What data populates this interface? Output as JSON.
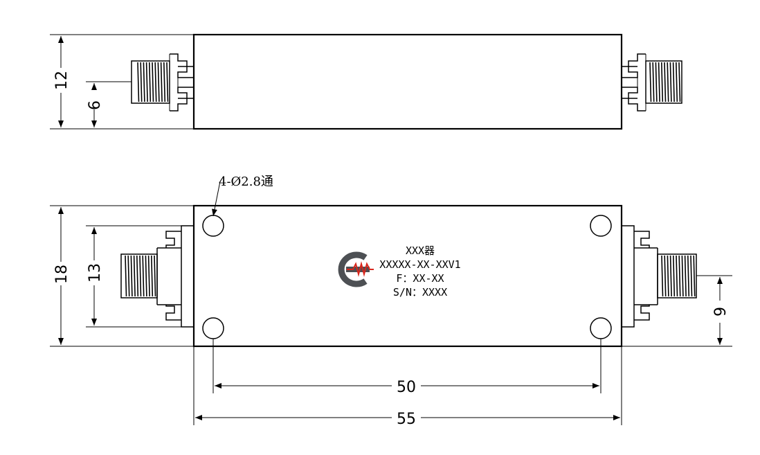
{
  "top_view": {
    "dim_height": "12",
    "dim_center": "6"
  },
  "front_view": {
    "dim_height": "18",
    "dim_holes_vertical": "13",
    "dim_connector_center": "9",
    "dim_holes_horizontal": "50",
    "dim_length": "55",
    "hole_note": "4-Ø2.8通"
  },
  "label": {
    "line1": "XXX器",
    "line2": "XXXXX-XX-XXV1",
    "line3": "F：XX-XX",
    "line4": "S/N：XXXX"
  },
  "colors": {
    "logo_gray": "#4d5054",
    "logo_red": "#d9261c",
    "line": "#000000"
  },
  "icons": {
    "logo": "company-logo-icon"
  }
}
